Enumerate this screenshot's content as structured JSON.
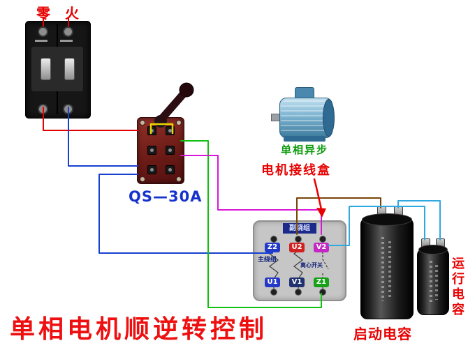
{
  "page": {
    "title": "单相电机顺逆转控制"
  },
  "breaker": {
    "neutral": "零",
    "live": "火"
  },
  "qs_switch": {
    "label": "QS—30A"
  },
  "motor": {
    "caption": "单相异步"
  },
  "junction_box": {
    "callout": "电机接线盒",
    "aux_winding": "副绕组",
    "main_winding": "主绕组",
    "centrifugal": "离心开关",
    "terminals": [
      {
        "id": "Z2"
      },
      {
        "id": "U2"
      },
      {
        "id": "V2"
      },
      {
        "id": "U1"
      },
      {
        "id": "V1"
      },
      {
        "id": "Z1"
      }
    ]
  },
  "capacitors": {
    "start_label": "启动电容",
    "run_label": "运行电容"
  },
  "palette": {
    "wire_red": "#e80000",
    "wire_blue": "#1840d0",
    "wire_yellow": "#e8d400",
    "wire_green": "#0fc00f",
    "wire_magenta": "#d818d8",
    "wire_brown": "#7a4408",
    "wire_cyan": "#30a8e0",
    "label_red": "#e80000",
    "label_blue": "#1533cc",
    "label_green": "#0a9a0a",
    "terminal_z2": "#2438c8",
    "terminal_u2": "#d02020",
    "terminal_v2": "#c428c4",
    "terminal_u1": "#2438c8",
    "terminal_v1": "#203070",
    "terminal_z1": "#18a018",
    "title_red": "#ee1010"
  }
}
